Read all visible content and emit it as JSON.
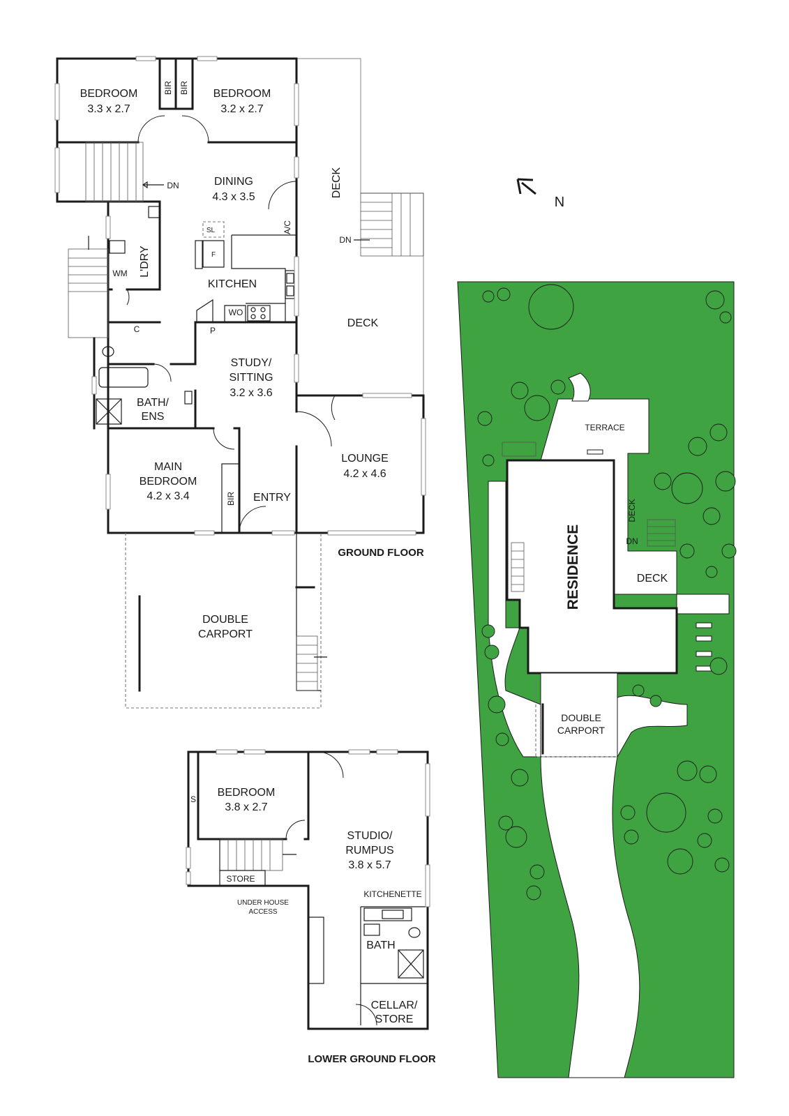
{
  "compass": {
    "label": "N"
  },
  "ground_floor": {
    "title": "GROUND FLOOR",
    "rooms": {
      "bedroom_1": {
        "name": "BEDROOM",
        "size": "3.3 x 2.7"
      },
      "bedroom_2": {
        "name": "BEDROOM",
        "size": "3.2 x 2.7"
      },
      "dining": {
        "name": "DINING",
        "size": "4.3 x 3.5"
      },
      "study": {
        "name_line1": "STUDY/",
        "name_line2": "SITTING",
        "size": "3.2 x 3.6"
      },
      "main_bedroom": {
        "name_line1": "MAIN",
        "name_line2": "BEDROOM",
        "size": "4.2 x 3.4"
      },
      "lounge": {
        "name": "LOUNGE",
        "size": "4.2 x 4.6"
      },
      "kitchen": "KITCHEN",
      "laundry": "L'DRY",
      "bath_ens": {
        "line1": "BATH/",
        "line2": "ENS"
      },
      "entry": "ENTRY",
      "deck_upper": "DECK",
      "deck_lower": "DECK",
      "carport": {
        "line1": "DOUBLE",
        "line2": "CARPORT"
      }
    },
    "fixtures": {
      "bir_1": "BIR",
      "bir_2": "BIR",
      "bir_main": "BIR",
      "wm": "WM",
      "c": "C",
      "sl": "SL",
      "f": "F",
      "wo": "WO",
      "p": "P",
      "ac": "A/C",
      "dn_stair": "DN",
      "dn_deck": "DN"
    }
  },
  "lower_ground_floor": {
    "title": "LOWER GROUND FLOOR",
    "rooms": {
      "bedroom": {
        "name": "BEDROOM",
        "size": "3.8 x 2.7"
      },
      "studio": {
        "name_line1": "STUDIO/",
        "name_line2": "RUMPUS",
        "size": "3.8 x 5.7"
      },
      "store": "STORE",
      "under_house": {
        "line1": "UNDER HOUSE",
        "line2": "ACCESS"
      },
      "kitchenette": "KITCHENETTE",
      "bath": "BATH",
      "cellar": {
        "line1": "CELLAR/",
        "line2": "STORE"
      }
    },
    "fixtures": {
      "s": "S"
    }
  },
  "site_plan": {
    "residence": "RESIDENCE",
    "terrace": "TERRACE",
    "deck_side": "DECK",
    "deck": "DECK",
    "dn": "DN",
    "carport": {
      "line1": "DOUBLE",
      "line2": "CARPORT"
    },
    "lawn_color": "#3fa341"
  }
}
